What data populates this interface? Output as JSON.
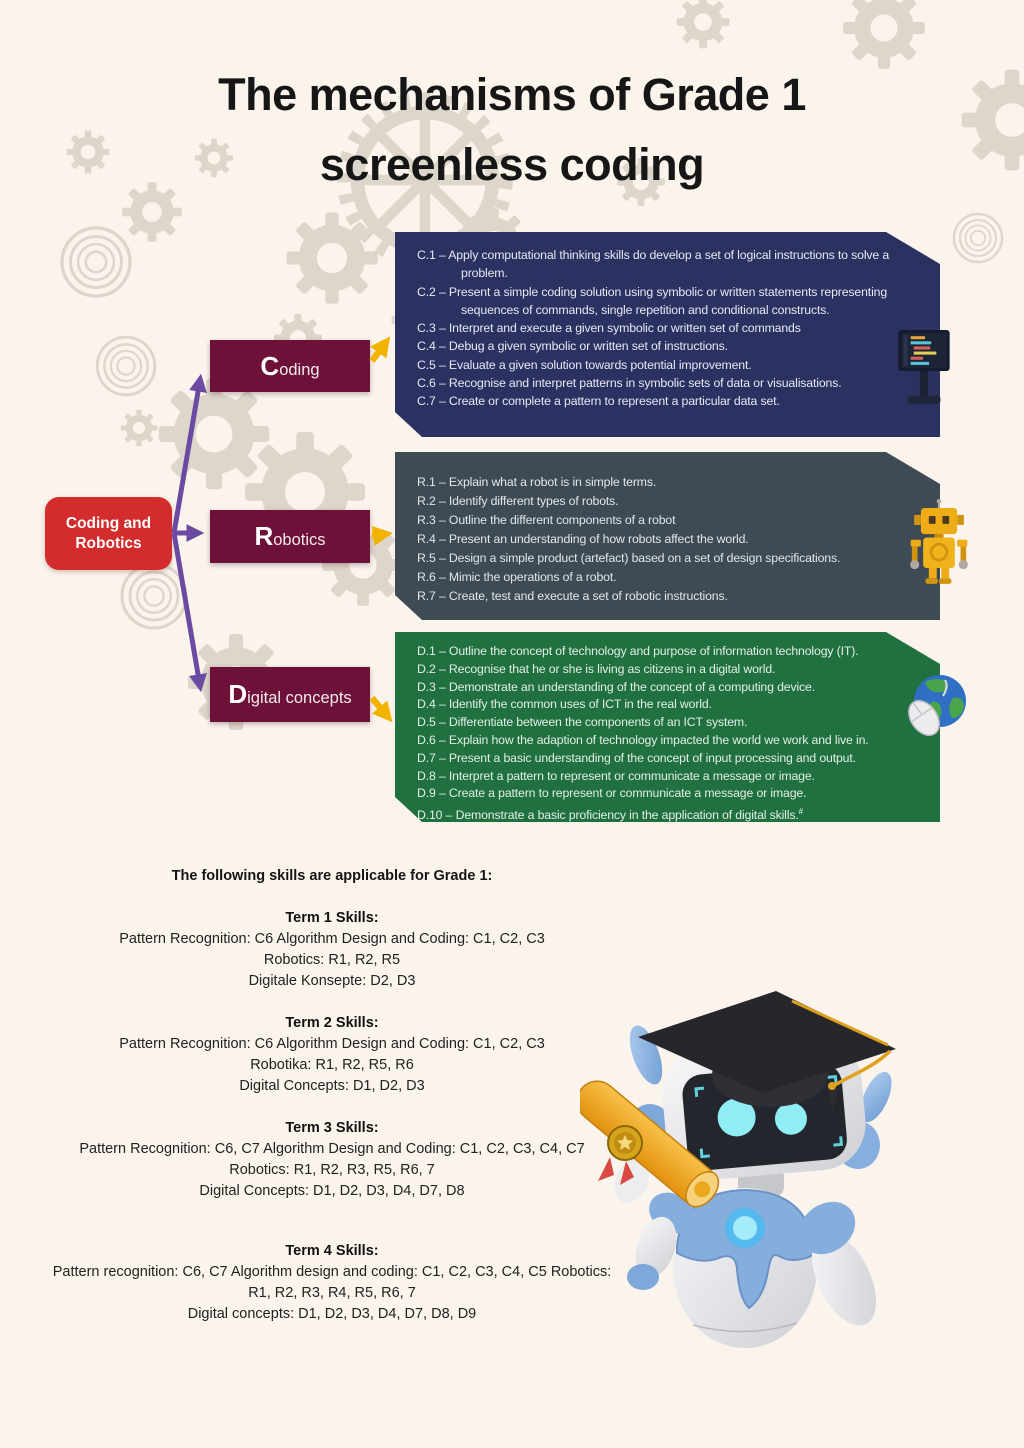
{
  "title": "The mechanisms of Grade 1 screenless coding",
  "flowchart": {
    "root": {
      "label": "Coding and Robotics"
    },
    "footnote_marker": "#",
    "branches": [
      {
        "label": "Coding",
        "icon": "code-monitor-icon",
        "items": [
          "C.1 – Apply computational thinking skills do develop a set of logical instructions to solve a problem.",
          "C.2 – Present a simple coding solution using symbolic or written statements representing sequences of commands, single repetition and conditional constructs.",
          "C.3 – Interpret and execute a given symbolic or written set of commands",
          "C.4 – Debug a given symbolic or written set of instructions.",
          "C.5 – Evaluate a given solution towards potential improvement.",
          "C.6 – Recognise and interpret patterns in symbolic sets of data or visualisations.",
          "C.7 – Create or complete a pattern to represent a particular data set."
        ]
      },
      {
        "label": "Robotics",
        "icon": "toy-robot-icon",
        "items": [
          "R.1 – Explain what a robot is in simple terms.",
          "R.2 – Identify different types of robots.",
          "R.3 – Outline the different components of a robot",
          "R.4 – Present an understanding of how robots affect the world.",
          "R.5 – Design a simple product (artefact) based on a set of design specifications.",
          "R.6 – Mimic the operations of a robot.",
          "R.7 – Create, test and execute a set of robotic instructions."
        ]
      },
      {
        "label": "Digital concepts",
        "icon": "globe-mouse-icon",
        "items": [
          "D.1 – Outline the concept of technology and purpose of information technology (IT).",
          "D.2 – Recognise that he or she is living as citizens in a digital world.",
          "D.3 – Demonstrate an understanding of the concept of a computing device.",
          "D.4 – Identify the common uses of ICT in the real world.",
          "D.5 – Differentiate between the components of an ICT system.",
          "D.6 – Explain how the adaption of technology impacted the world we work and live in.",
          "D.7 – Present a basic understanding of the concept of input processing and output.",
          "D.8 – Interpret a pattern to represent or communicate a message or image.",
          "D.9 – Create a pattern to represent or communicate a message or image.",
          "D.10 – Demonstrate a basic proficiency in the application of digital skills."
        ]
      }
    ]
  },
  "skills": {
    "heading": "The following skills are applicable for Grade 1:",
    "terms": [
      {
        "title": "Term 1 Skills:",
        "lines": [
          "Pattern Recognition: C6 Algorithm Design and Coding: C1, C2, C3",
          "Robotics: R1, R2, R5",
          "Digitale Konsepte: D2, D3"
        ]
      },
      {
        "title": "Term 2 Skills:",
        "lines": [
          "Pattern Recognition: C6 Algorithm Design and Coding: C1, C2, C3",
          "Robotika: R1, R2, R5, R6",
          "Digital Concepts: D1, D2, D3"
        ]
      },
      {
        "title": "Term 3 Skills:",
        "lines": [
          "Pattern Recognition: C6, C7 Algorithm Design and Coding: C1, C2, C3, C4, C7",
          "Robotics: R1, R2, R3, R5, R6, 7",
          "Digital Concepts: D1, D2, D3, D4, D7, D8"
        ]
      },
      {
        "title": "Term 4 Skills:",
        "lines": [
          "Pattern recognition: C6, C7 Algorithm design and coding: C1, C2, C3, C4, C5 Robotics:",
          "R1, R2, R3, R4, R5, R6, 7",
          "Digital concepts: D1, D2, D3, D4, D7, D8, D9"
        ]
      }
    ]
  },
  "colors": {
    "background": "#faf4ec",
    "coding_panel": "#2b3161",
    "robotics_panel": "#3e4a54",
    "digital_panel": "#20713f",
    "branch_box": "#6d1139",
    "root_box": "#d32c2c",
    "purple_arrow": "#6b4ba1",
    "yellow_arrow": "#f2b200",
    "gears": "#ddd6ca",
    "title_text": "#161616"
  }
}
